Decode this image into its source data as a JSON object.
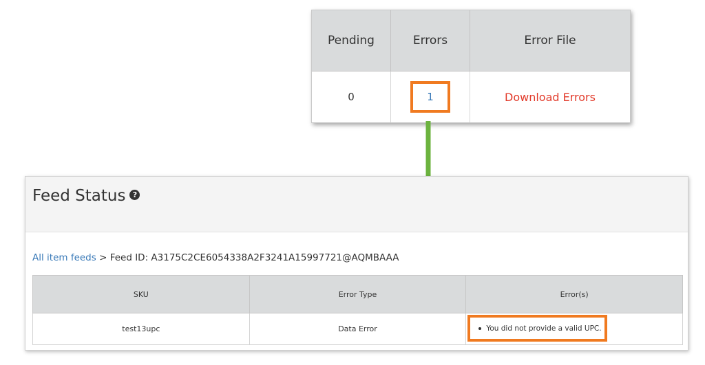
{
  "summary": {
    "headers": [
      "Pending",
      "Errors",
      "Error File"
    ],
    "pending": "0",
    "errors": "1",
    "error_file_link": "Download Errors"
  },
  "feed": {
    "title": "Feed Status",
    "help_icon": "question-circle-icon",
    "breadcrumb_link": "All item feeds",
    "breadcrumb_separator": ">",
    "breadcrumb_current": "Feed ID: A3175C2CE6054338A2F3241A15997721@AQMBAAA",
    "table": {
      "headers": [
        "SKU",
        "Error Type",
        "Error(s)"
      ],
      "rows": [
        {
          "sku": "test13upc",
          "error_type": "Data Error",
          "error": "You did not provide a valid UPC."
        }
      ]
    }
  },
  "colors": {
    "highlight": "#f07a20",
    "arrow": "#6cb33f",
    "link": "#3a7ab8",
    "error_link": "#e23a2a"
  }
}
